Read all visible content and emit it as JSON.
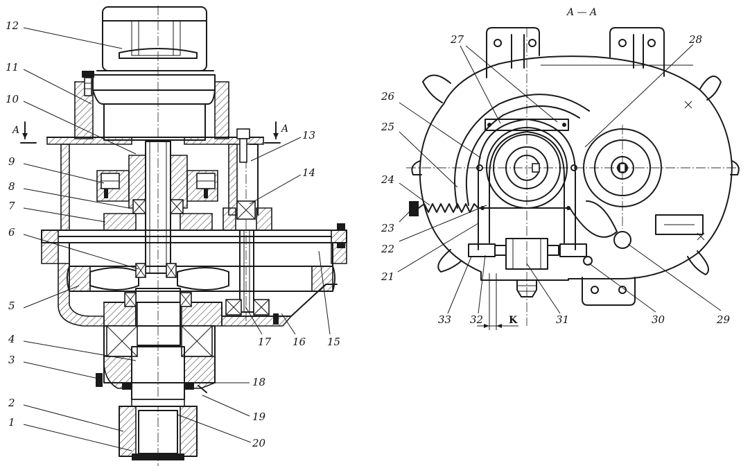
{
  "section_marks": {
    "section_title": "A — A",
    "cut_left": "A",
    "cut_right": "A",
    "dimension_k": "K"
  },
  "left_callouts": [
    "1",
    "2",
    "3",
    "4",
    "5",
    "6",
    "7",
    "8",
    "9",
    "10",
    "11",
    "12",
    "13",
    "14",
    "15",
    "16",
    "17",
    "18",
    "19",
    "20"
  ],
  "right_callouts": [
    "21",
    "22",
    "23",
    "24",
    "25",
    "26",
    "27",
    "28",
    "29",
    "30",
    "31",
    "32",
    "33"
  ],
  "colors": {
    "ink": "#1a1a1a",
    "paper": "#ffffff"
  }
}
